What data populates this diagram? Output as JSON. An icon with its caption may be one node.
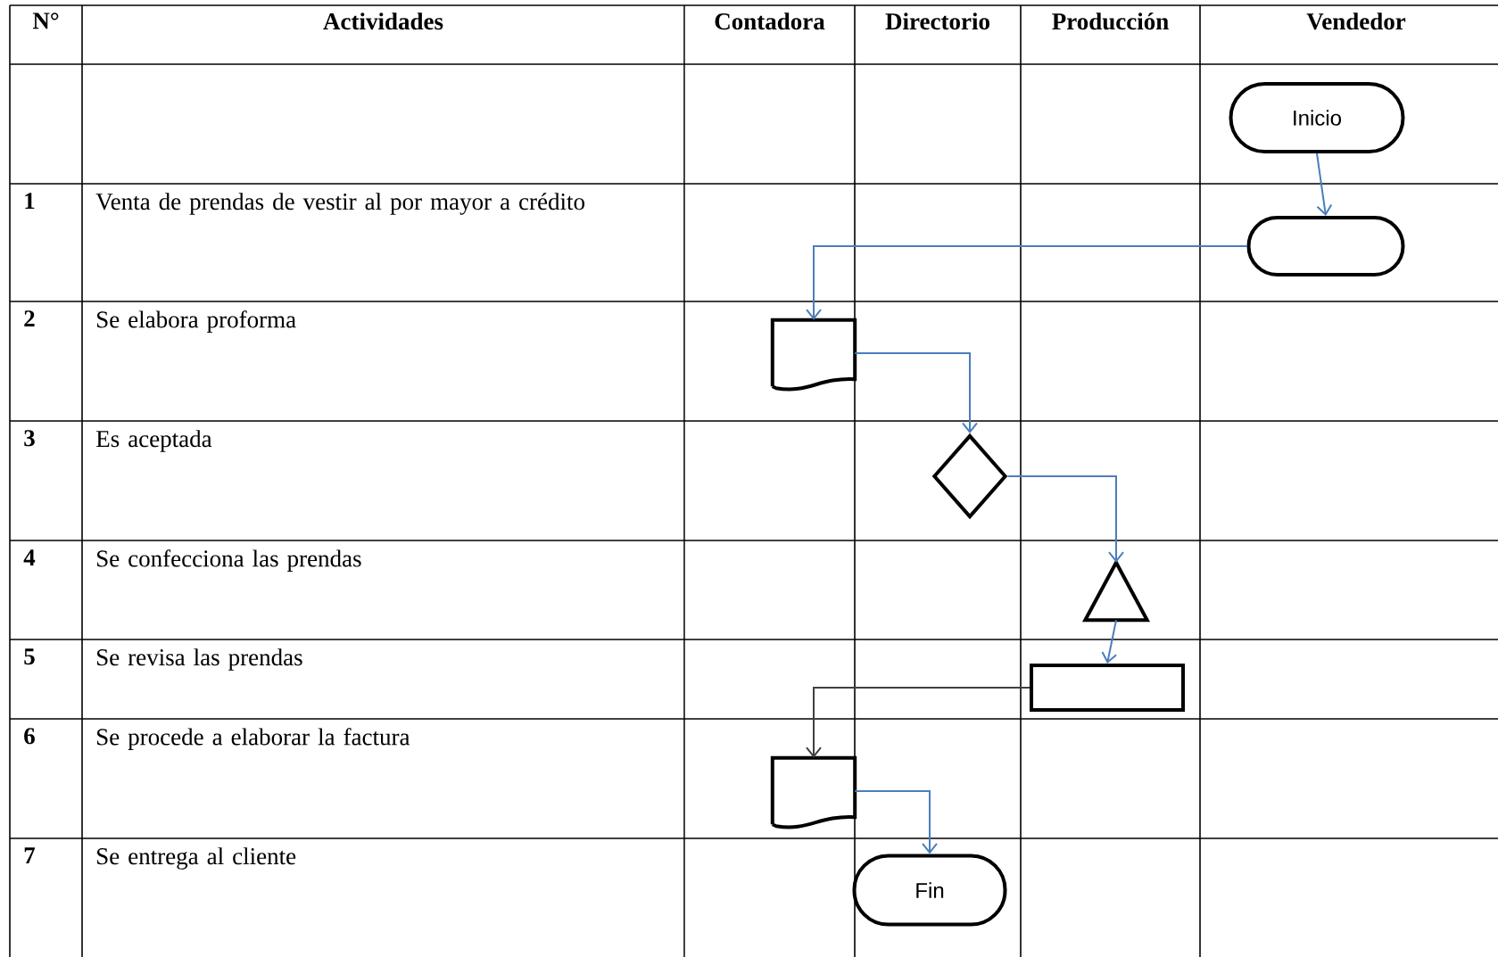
{
  "diagram": {
    "nodes": [
      {
        "text": [
          "Inicio"
        ]
      },
      {
        "text": [],
        "shape": "terminal"
      },
      {
        "text": [],
        "shape": "document"
      },
      {
        "text": [],
        "shape": "diamond"
      },
      {
        "text": [],
        "shape": "triangle"
      },
      {
        "text": [],
        "shape": "box"
      },
      {
        "text": [],
        "shape": "document"
      },
      {
        "text": [
          "Fin"
        ]
      }
    ],
    "edges": [
      {
        "from": 0,
        "to": 1,
        "arrow": "to"
      },
      {
        "from": 1,
        "to": 2,
        "arrow": "to"
      },
      {
        "from": 2,
        "to": 3,
        "arrow": "to"
      },
      {
        "from": 3,
        "to": 4,
        "arrow": "to"
      },
      {
        "from": 4,
        "to": 5,
        "arrow": "to"
      },
      {
        "from": 5,
        "to": 6,
        "arrow": "to",
        "color": "#404040"
      },
      {
        "from": 6,
        "to": 7,
        "arrow": "to"
      }
    ],
    "labels": [
      "N°",
      "Actividades",
      "Contadora",
      "Directorio",
      "Producción",
      "Vendedor",
      "1",
      "Venta de prendas de vestir al por mayor a crédito",
      "2",
      "Se elabora proforma",
      "3",
      "Es aceptada",
      "4",
      "Se confecciona las prendas",
      "5",
      "Se revisa las prendas",
      "6",
      "Se procede a elaborar la factura",
      "7",
      "Se entrega al cliente"
    ]
  }
}
